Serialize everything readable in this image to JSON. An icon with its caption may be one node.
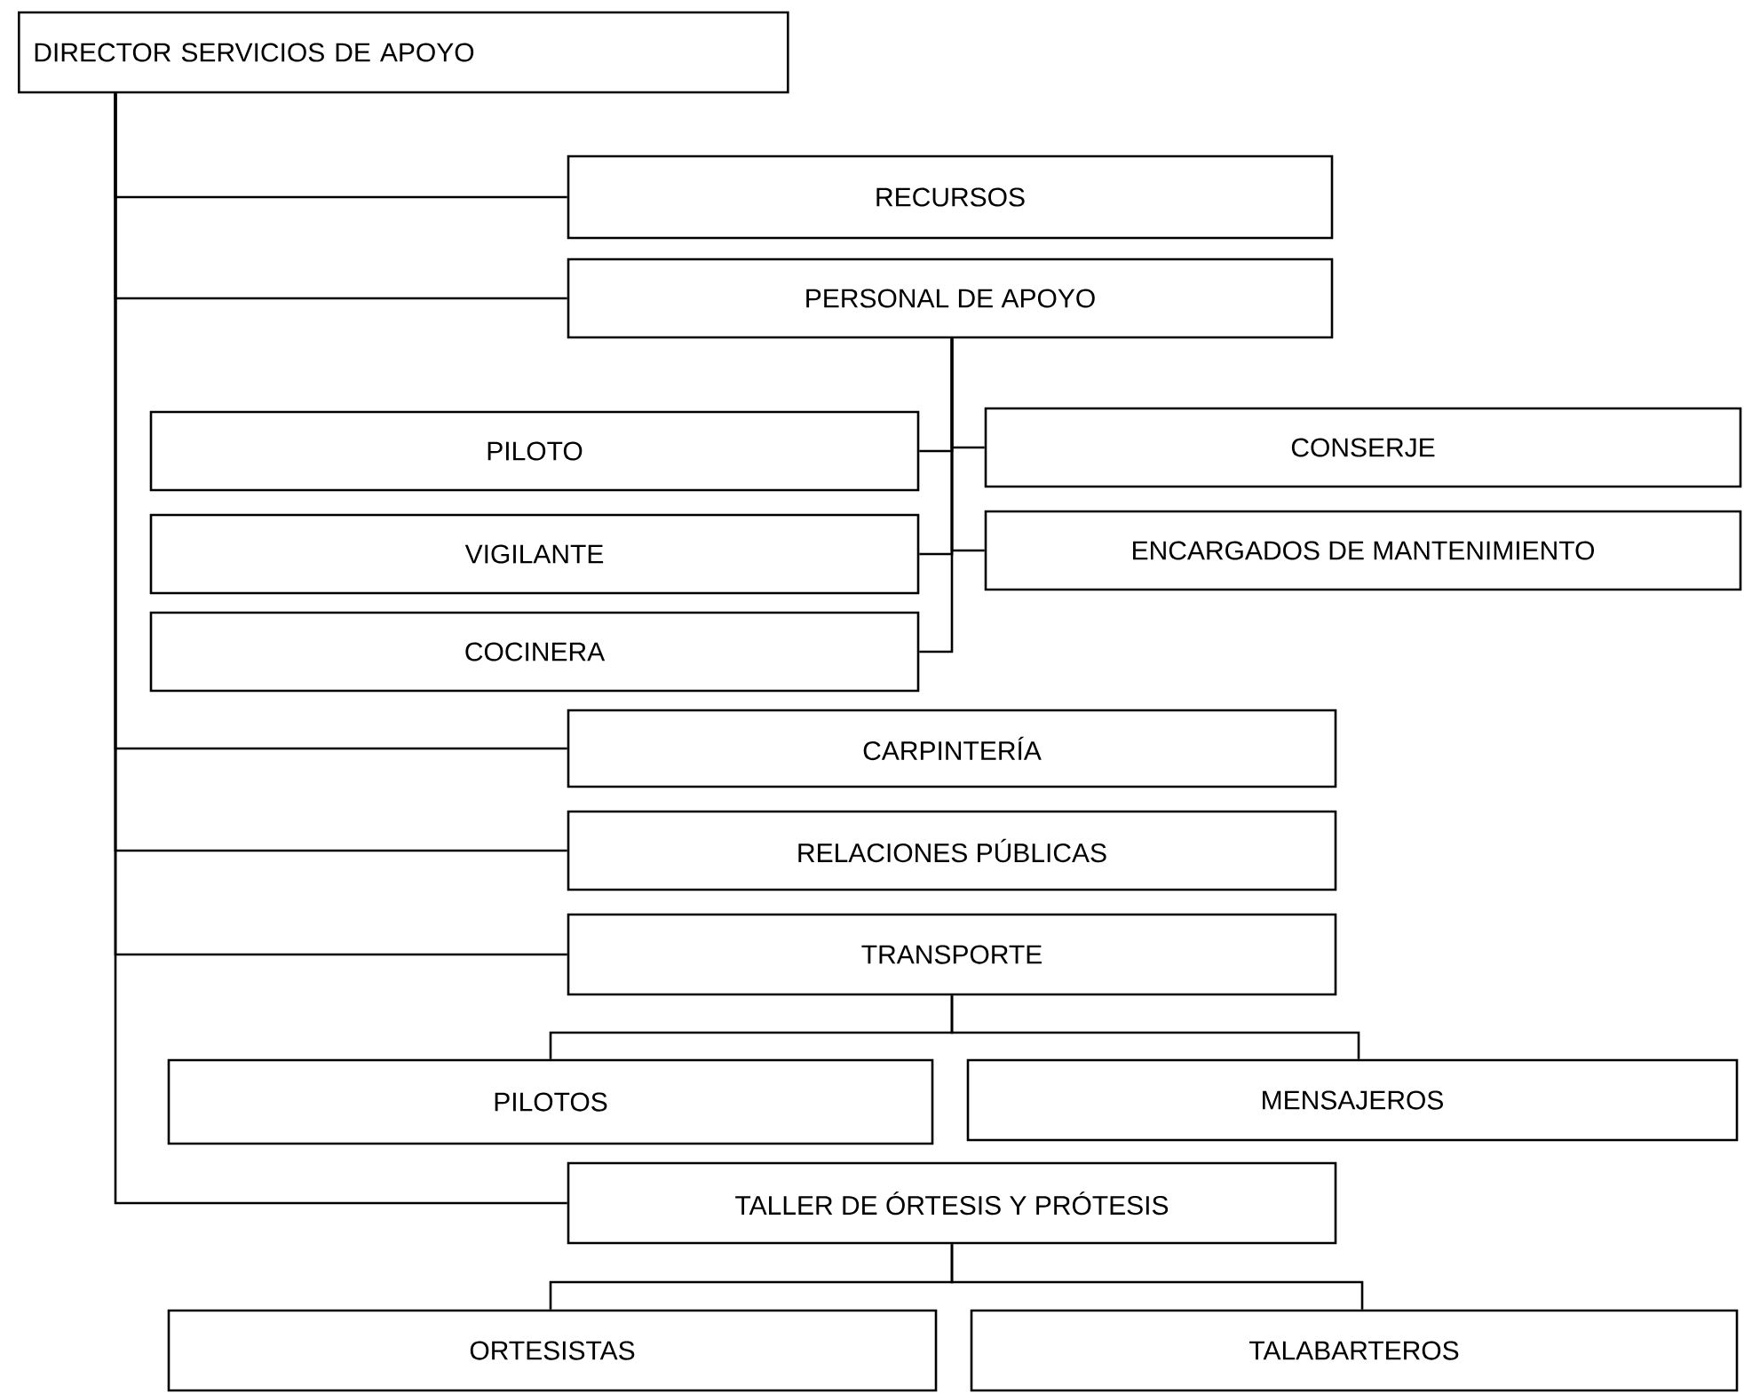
{
  "diagram": {
    "nodes": [
      {
        "text": [
          "DIRECTOR SERVICIOS DE APOYO"
        ]
      },
      {
        "text": [
          "RECURSOS"
        ]
      },
      {
        "text": [
          "PERSONAL DE APOYO"
        ]
      },
      {
        "text": [
          "PILOTO"
        ]
      },
      {
        "text": [
          "CONSERJE"
        ]
      },
      {
        "text": [
          "VIGILANTE"
        ]
      },
      {
        "text": [
          "ENCARGADOS DE MANTENIMIENTO"
        ]
      },
      {
        "text": [
          "COCINERA"
        ]
      },
      {
        "text": [
          "CARPINTERÍA"
        ]
      },
      {
        "text": [
          "RELACIONES PÚBLICAS"
        ]
      },
      {
        "text": [
          "TRANSPORTE"
        ]
      },
      {
        "text": [
          "PILOTOS"
        ]
      },
      {
        "text": [
          "MENSAJEROS"
        ]
      },
      {
        "text": [
          "TALLER DE ÓRTESIS Y PRÓTESIS"
        ]
      },
      {
        "text": [
          "ORTESISTAS"
        ]
      },
      {
        "text": [
          "TALABARTEROS"
        ]
      }
    ],
    "edges": [
      {
        "from": 0,
        "to": 1,
        "arrow": "none"
      },
      {
        "from": 0,
        "to": 2,
        "arrow": "none"
      },
      {
        "from": 0,
        "to": 8,
        "arrow": "none"
      },
      {
        "from": 0,
        "to": 9,
        "arrow": "none"
      },
      {
        "from": 0,
        "to": 10,
        "arrow": "none"
      },
      {
        "from": 0,
        "to": 13,
        "arrow": "none"
      },
      {
        "from": 2,
        "to": 3,
        "arrow": "none"
      },
      {
        "from": 2,
        "to": 4,
        "arrow": "none"
      },
      {
        "from": 2,
        "to": 5,
        "arrow": "none"
      },
      {
        "from": 2,
        "to": 6,
        "arrow": "none"
      },
      {
        "from": 2,
        "to": 7,
        "arrow": "none"
      },
      {
        "from": 10,
        "to": 11,
        "arrow": "none"
      },
      {
        "from": 10,
        "to": 12,
        "arrow": "none"
      },
      {
        "from": 13,
        "to": 14,
        "arrow": "none"
      },
      {
        "from": 13,
        "to": 15,
        "arrow": "none"
      }
    ]
  }
}
